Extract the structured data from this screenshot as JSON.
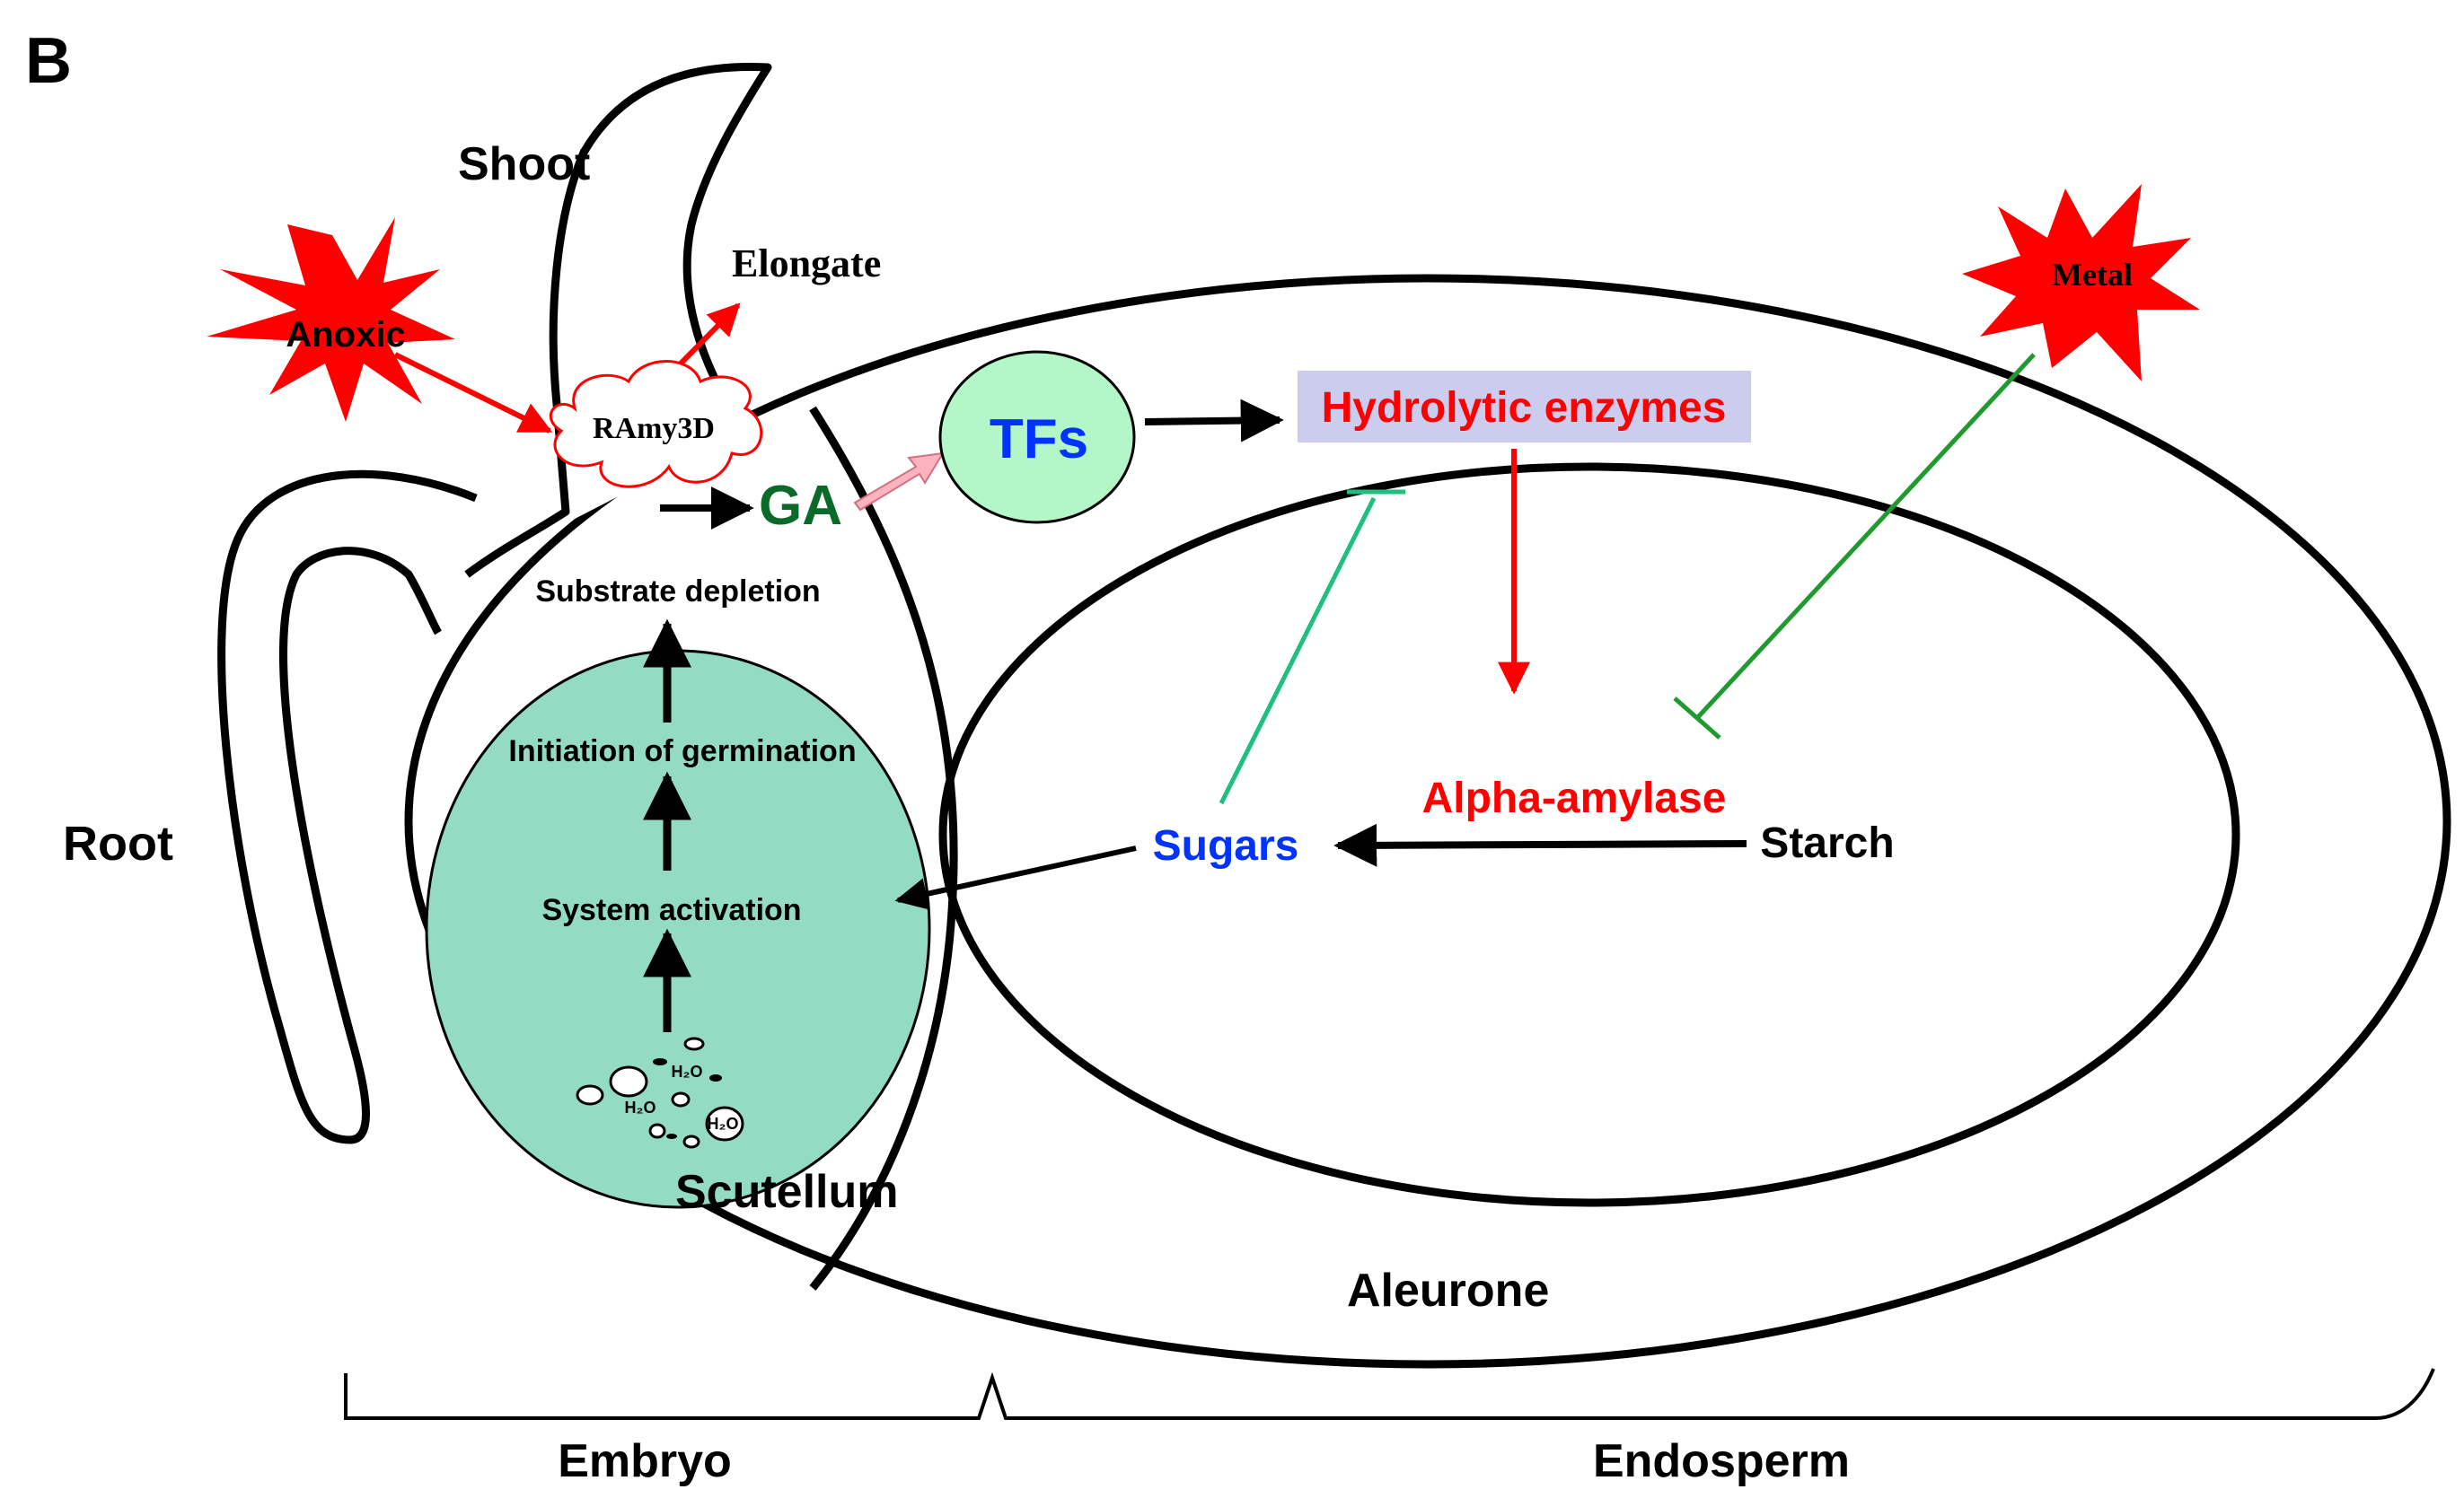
{
  "panel_label": "B",
  "colors": {
    "outline": "#000000",
    "embryo_core": "#93dcc3",
    "tf_fill": "#b3f7c8",
    "burst": "#ff0000",
    "red_text": "#ff0000",
    "blue_text": "#0033ff",
    "ga_green": "#0a6a28",
    "enzyme_highlight": "#ccccee",
    "inhibit_teal": "#1fbf7f",
    "inhibit_green": "#1f9a2e",
    "ga_arrow_pink": "#ffb3c0"
  },
  "labels": {
    "shoot": "Shoot",
    "root": "Root",
    "scutellum": "Scutellum",
    "aleurone": "Aleurone",
    "embryo": "Embryo",
    "endosperm": "Endosperm",
    "elongate": "Elongate",
    "anoxic": "Anoxic",
    "ramy3d": "RAmy3D",
    "ga": "GA",
    "tfs": "TFs",
    "hydrolytic_enzymes": "Hydrolytic enzymes",
    "metal": "Metal",
    "substrate_depletion": "Substrate depletion",
    "initiation_of_germination": "Initiation of germination",
    "system_activation": "System activation",
    "alpha_amylase": "Alpha-amylase",
    "sugars": "Sugars",
    "starch": "Starch",
    "water_1": "H₂O",
    "water_2": "H₂O",
    "water_3": "H₂O"
  }
}
